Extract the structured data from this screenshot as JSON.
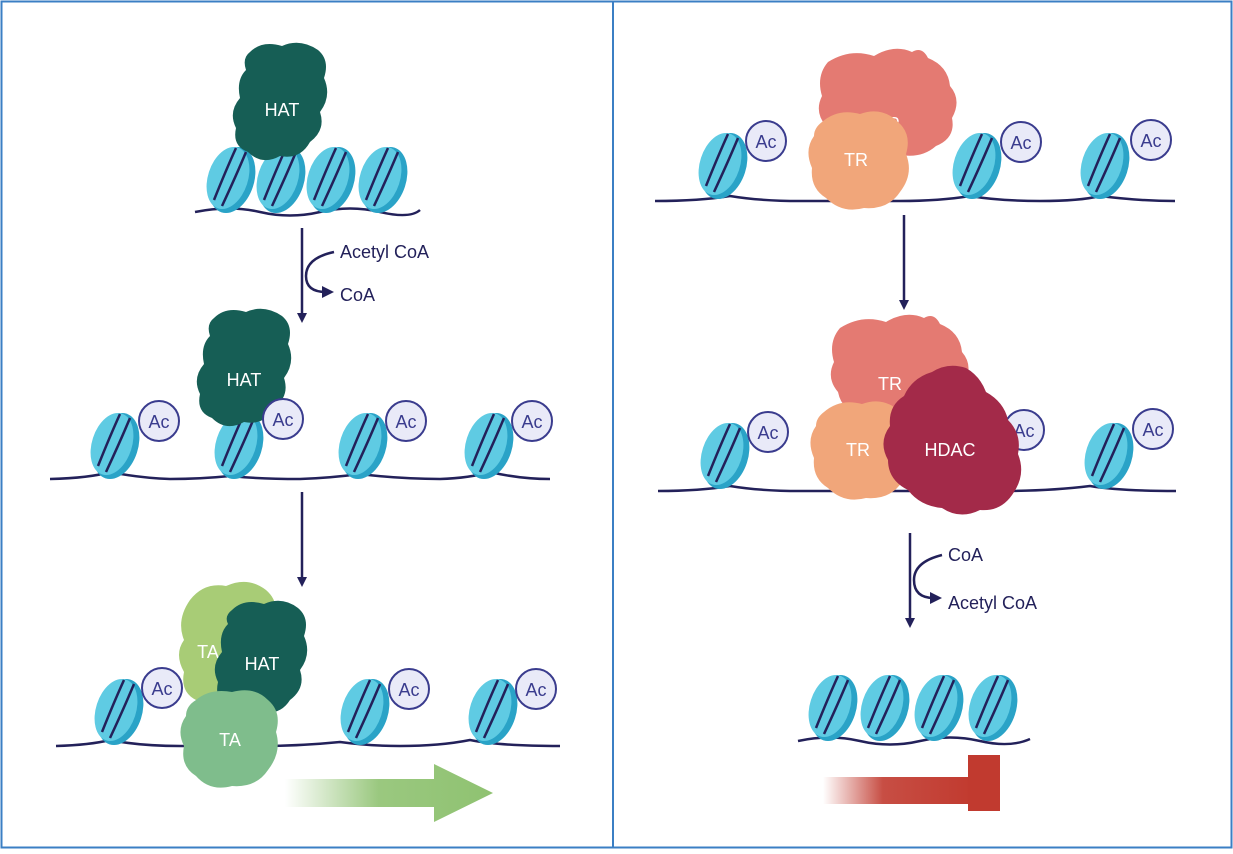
{
  "colors": {
    "frame": "#3b7fc4",
    "dna": "#23215a",
    "nucleosome_light": "#5fcbe3",
    "nucleosome_dark": "#2aa3c7",
    "ac_fill": "#e9eaf8",
    "ac_stroke": "#3a3c8e",
    "hat": "#165e55",
    "ta_light": "#a8cc76",
    "ta_dark": "#7fbd8c",
    "tr_pink": "#e47a72",
    "tr_orange": "#f1a67a",
    "hdac": "#a32a49",
    "activation_arrow": "#8fc271",
    "repression_bar": "#c13a2f"
  },
  "labels": {
    "hat": "HAT",
    "ac": "Ac",
    "ta": "TA",
    "tr": "TR",
    "hdac": "HDAC",
    "acetyl_coa": "Acetyl CoA",
    "coa": "CoA"
  }
}
